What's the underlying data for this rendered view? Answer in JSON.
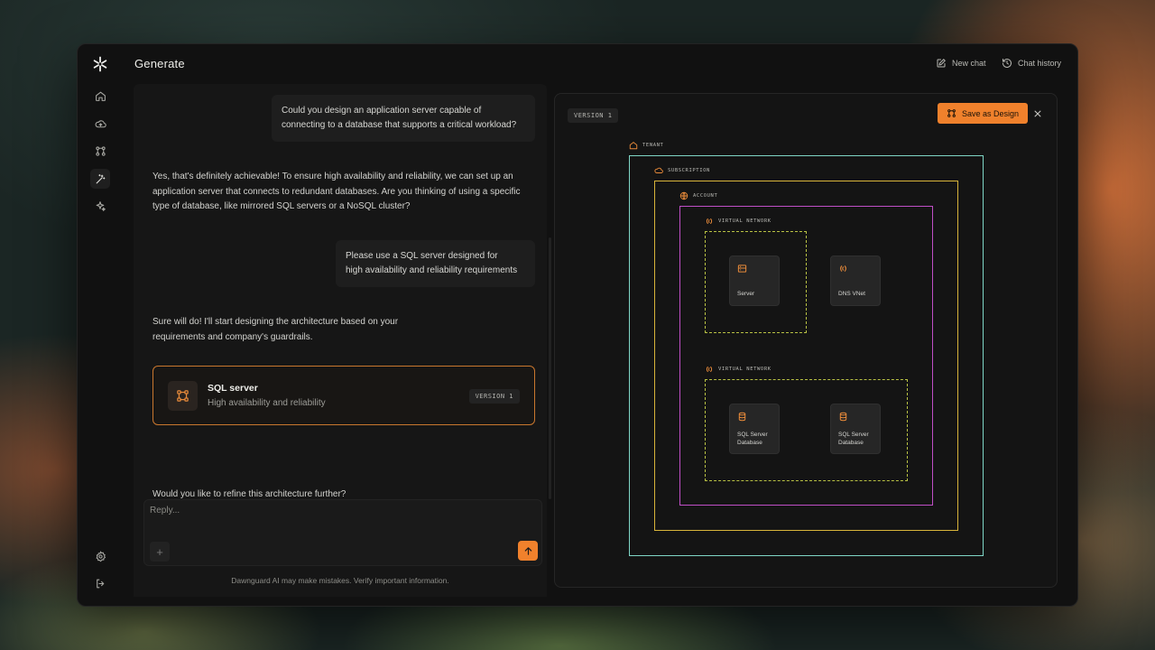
{
  "app": {
    "title": "Generate",
    "new_chat_label": "New chat",
    "chat_history_label": "Chat history"
  },
  "sidebar": {
    "items": [
      {
        "icon": "home-icon"
      },
      {
        "icon": "cloud-upload-icon"
      },
      {
        "icon": "workflow-icon"
      },
      {
        "icon": "magic-wand-icon",
        "active": true
      },
      {
        "icon": "sparkles-icon"
      }
    ],
    "bottom": [
      {
        "icon": "settings-icon"
      },
      {
        "icon": "logout-icon"
      }
    ]
  },
  "chat": {
    "messages": [
      {
        "role": "user",
        "text_lines": [
          "Could you design an application server capable of",
          "connecting to a database that supports a critical workload?"
        ]
      },
      {
        "role": "assistant",
        "text_lines": [
          "Yes, that's definitely achievable! To ensure high availability and reliability, we can set up an",
          "application server that connects to redundant databases. Are you thinking of using a specific",
          "type of database, like mirrored SQL servers or a NoSQL cluster?"
        ]
      },
      {
        "role": "user",
        "text_lines": [
          "Please use a SQL server designed for",
          "high availability and reliability requirements"
        ]
      },
      {
        "role": "assistant",
        "text_lines": [
          "Sure will do! I'll start designing the architecture based on your",
          "requirements and company's guardrails."
        ]
      }
    ],
    "architecture_card": {
      "title": "SQL server",
      "subtitle": "High availability and reliability",
      "version": "VERSION 1"
    },
    "followup": "Would you like to refine this architecture further?",
    "reply_placeholder": "Reply...",
    "plus_label": "+",
    "disclaimer": "Dawnguard AI may make mistakes. Verify important information."
  },
  "canvas": {
    "version": "VERSION 1",
    "save_label": "Save as Design",
    "zones": {
      "tenant": "TENANT",
      "subscription": "SUBSCRIPTION",
      "account": "ACCOUNT",
      "vnet1": "VIRTUAL NETWORK",
      "vnet2": "VIRTUAL NETWORK"
    },
    "nodes": {
      "server": "Server",
      "dns": "DNS VNet",
      "db1_l1": "SQL Server",
      "db1_l2": "Database",
      "db2_l1": "SQL Server",
      "db2_l2": "Database"
    }
  },
  "colors": {
    "accent": "#f0812c",
    "tenant": "#7fd6c6",
    "subscription": "#d8b43a",
    "account": "#c04fc7",
    "vnet": "#b9c244"
  }
}
